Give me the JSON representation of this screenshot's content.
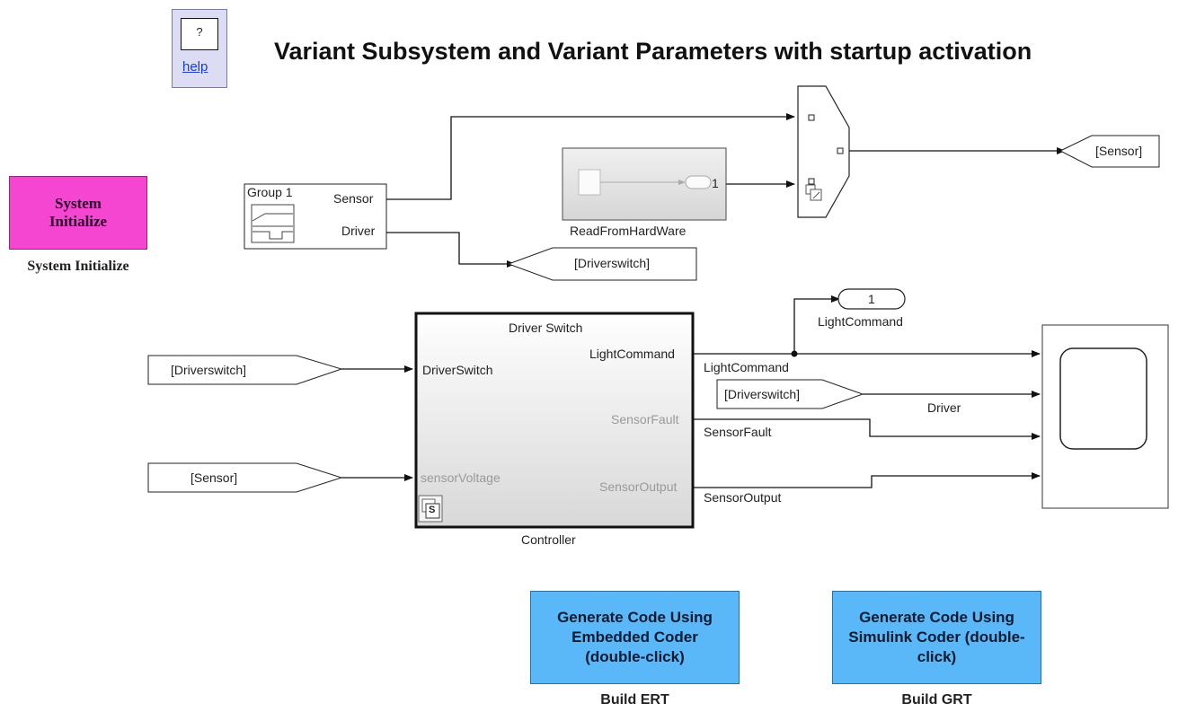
{
  "title": "Variant Subsystem and Variant Parameters with startup activation",
  "help": {
    "icon": "?",
    "link": "help"
  },
  "system_initialize": {
    "label": "System Initialize",
    "caption": "System Initialize"
  },
  "signal_builder": {
    "group": "Group 1",
    "outputs": [
      "Sensor",
      "Driver"
    ]
  },
  "read_hw": {
    "caption": "ReadFromHardWare",
    "port": "1"
  },
  "goto_tags": {
    "sensor": "[Sensor]",
    "driverswitch": "[Driverswitch]"
  },
  "from_tags": {
    "driverswitch_1": "[Driverswitch]",
    "sensor": "[Sensor]",
    "driverswitch_2": "[Driverswitch]"
  },
  "controller": {
    "title": "Driver Switch",
    "caption": "Controller",
    "inputs": [
      "DriverSwitch",
      "sensorVoltage"
    ],
    "outputs": [
      "LightCommand",
      "SensorFault",
      "SensorOutput"
    ],
    "badge": "S"
  },
  "outport": {
    "number": "1",
    "name": "LightCommand"
  },
  "signal_labels": {
    "light": "LightCommand",
    "driver": "Driver",
    "fault": "SensorFault",
    "output": "SensorOutput"
  },
  "buttons": [
    {
      "text": "Generate Code Using Embedded Coder (double-click)",
      "caption": "Build ERT"
    },
    {
      "text": "Generate Code Using Simulink Coder (double-click)",
      "caption": "Build GRT"
    }
  ]
}
